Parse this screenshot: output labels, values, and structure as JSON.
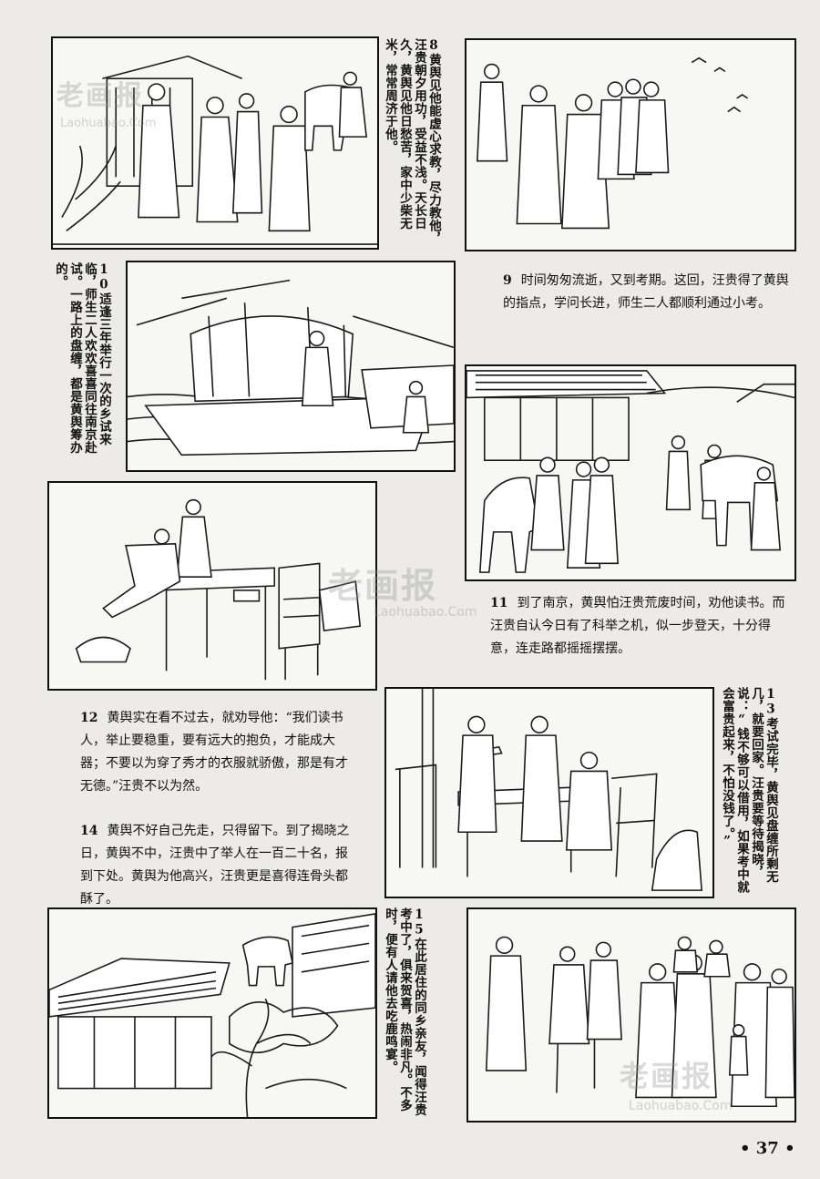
{
  "captions": {
    "c8": {
      "num": "8",
      "text": "黄舆见他能虚心求教，尽力教他，汪贵朝夕用功，受益不浅。天长日久，黄舆见他日愁苦，家中少柴无米，常常周济于他。"
    },
    "c9": {
      "num": "9",
      "text": "时间匆匆流逝，又到考期。这回，汪贵得了黄舆的指点，学问长进，师生二人都顺利通过小考。"
    },
    "c10": {
      "num": "10",
      "text": "适逢三年举行一次的乡试来临，师生二人欢欢喜喜同往南京赴试。一路上的盘缠，都是黄舆筹办的。"
    },
    "c11": {
      "num": "11",
      "text": "到了南京，黄舆怕汪贵荒废时间，劝他读书。而汪贵自认今日有了科举之机，似一步登天，十分得意，连走路都摇摇摆摆。"
    },
    "c12": {
      "num": "12",
      "text": "黄舆实在看不过去，就劝导他：“我们读书人，举止要稳重，要有远大的抱负，才能成大器；不要以为穿了秀才的衣服就骄傲，那是有才无德。”汪贵不以为然。"
    },
    "c13": {
      "num": "13",
      "text": "考试完毕，黄舆见盘缠所剩无几，就要回家。汪贵要等待揭晓，说：“钱不够可以借用，如果考中就会富贵起来，不怕没钱了。”"
    },
    "c14": {
      "num": "14",
      "text": "黄舆不好自己先走，只得留下。到了揭晓之日，黄舆不中，汪贵中了举人在一百二十名，报到下处。黄舆为他高兴，汪贵更是喜得连骨头都酥了。"
    },
    "c15": {
      "num": "15",
      "text": "在此居住的同乡亲友，闻得汪贵考中了，俱来贺喜，热闹非凡。不多时，便有人请他去吃鹿鸣宴。"
    }
  },
  "page_number": "• 37 •",
  "watermarks": {
    "cn": "老画报",
    "en": "Laohuabao.Com"
  }
}
